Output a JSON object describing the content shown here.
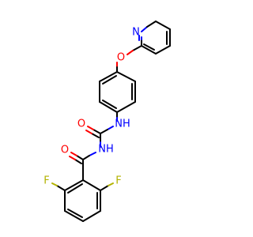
{
  "colors": {
    "bond": "#000000",
    "nitrogen": "#0000ff",
    "oxygen": "#ff0000",
    "fluorine": "#b3b300"
  },
  "atoms": {
    "pyridine_n": "N",
    "ether_o": "O",
    "urea_nh_1": "NH",
    "urea_o": "O",
    "urea_nh_2": "NH",
    "amide_o": "O",
    "fluorine_left": "F",
    "fluorine_right": "F"
  }
}
